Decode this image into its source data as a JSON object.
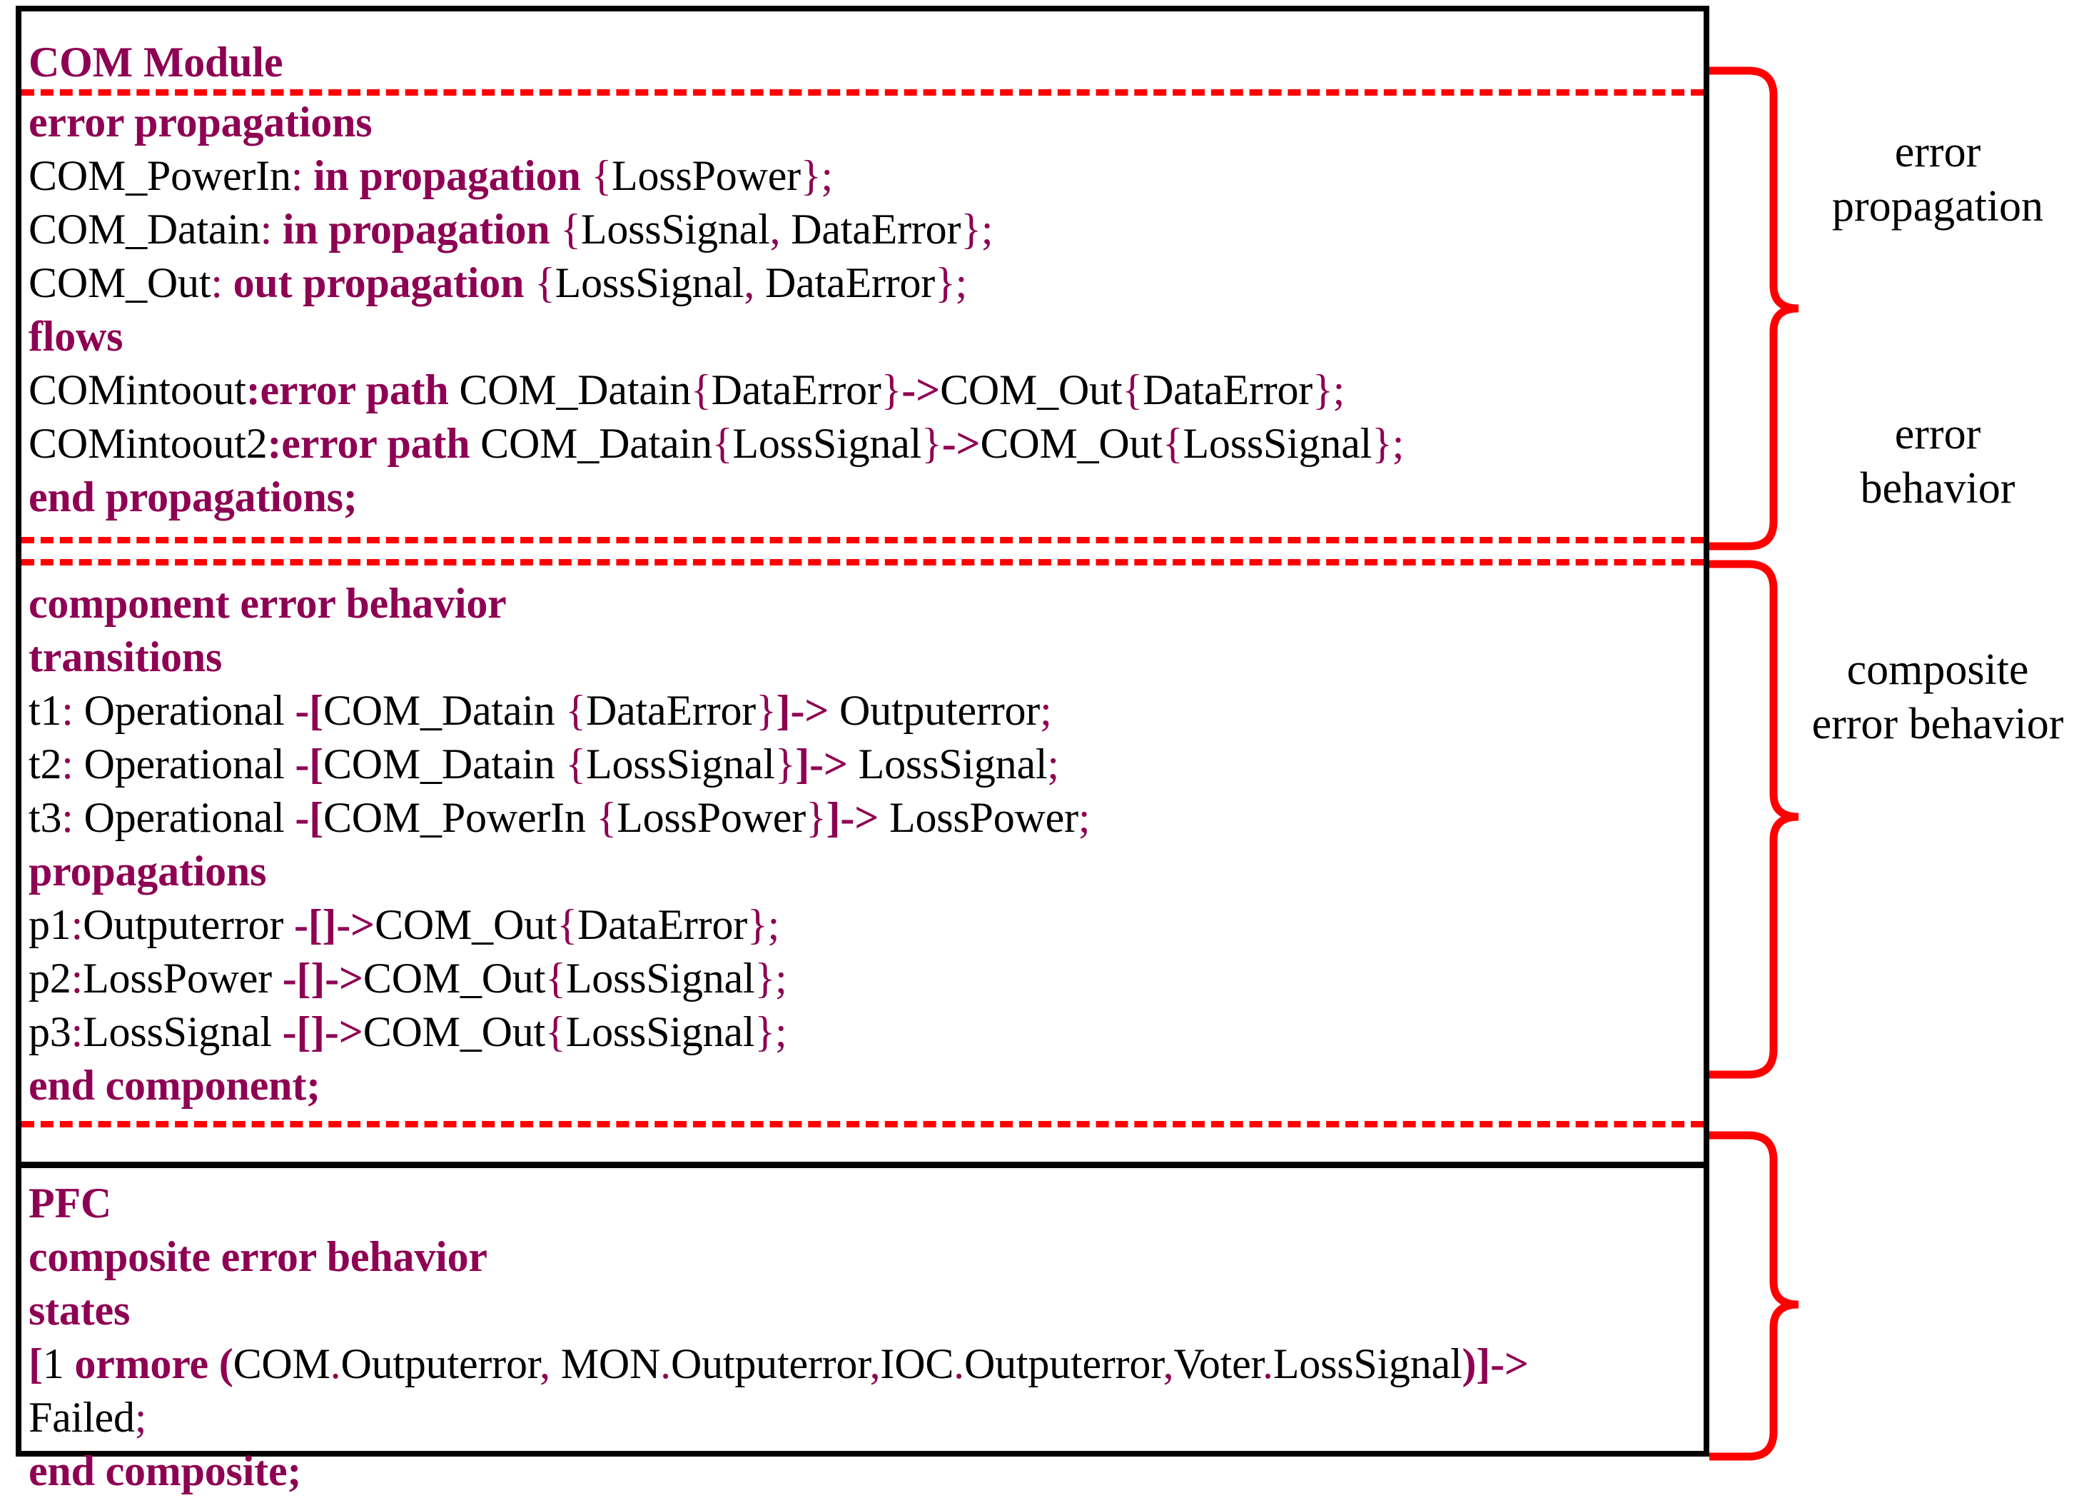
{
  "diagram": {
    "title": "COM Module",
    "sections": [
      {
        "id": "error-propagation",
        "annotation": "error\npropagation",
        "annotation_lines": [
          "error",
          "propagation"
        ],
        "lines": [
          {
            "id": "title",
            "tokens": [
              {
                "t": "COM Module",
                "c": "kw"
              }
            ]
          },
          {
            "id": "error-propagations-header",
            "tokens": [
              {
                "t": "error propagations",
                "c": "kw"
              }
            ]
          },
          {
            "id": "com-powerin",
            "tokens": [
              {
                "t": "COM_PowerIn",
                "c": "id"
              },
              {
                "t": ":",
                "c": "pn"
              },
              {
                "t": " in propagation ",
                "c": "kw"
              },
              {
                "t": "{",
                "c": "pn"
              },
              {
                "t": "LossPower",
                "c": "id"
              },
              {
                "t": "}",
                "c": "pn"
              },
              {
                "t": ";",
                "c": "pn"
              }
            ]
          },
          {
            "id": "com-datain",
            "tokens": [
              {
                "t": "COM_Datain",
                "c": "id"
              },
              {
                "t": ":",
                "c": "pn"
              },
              {
                "t": " in propagation ",
                "c": "kw"
              },
              {
                "t": "{",
                "c": "pn"
              },
              {
                "t": "LossSignal",
                "c": "id"
              },
              {
                "t": ",",
                "c": "pn"
              },
              {
                "t": " DataError",
                "c": "id"
              },
              {
                "t": "}",
                "c": "pn"
              },
              {
                "t": ";",
                "c": "pn"
              }
            ]
          },
          {
            "id": "com-out",
            "tokens": [
              {
                "t": "COM_Out",
                "c": "id"
              },
              {
                "t": ":",
                "c": "pn"
              },
              {
                "t": " out propagation ",
                "c": "kw"
              },
              {
                "t": "{",
                "c": "pn"
              },
              {
                "t": "LossSignal",
                "c": "id"
              },
              {
                "t": ",",
                "c": "pn"
              },
              {
                "t": " DataError",
                "c": "id"
              },
              {
                "t": "}",
                "c": "pn"
              },
              {
                "t": ";",
                "c": "pn"
              }
            ]
          },
          {
            "id": "flows-header",
            "tokens": [
              {
                "t": "flows",
                "c": "kw"
              }
            ]
          },
          {
            "id": "comintoout",
            "tokens": [
              {
                "t": "COMintoout",
                "c": "id"
              },
              {
                "t": ":error path",
                "c": "kw"
              },
              {
                "t": " COM_Datain",
                "c": "id"
              },
              {
                "t": "{",
                "c": "pn"
              },
              {
                "t": "DataError",
                "c": "id"
              },
              {
                "t": "}",
                "c": "pn"
              },
              {
                "t": "->",
                "c": "kw"
              },
              {
                "t": "COM_Out",
                "c": "id"
              },
              {
                "t": "{",
                "c": "pn"
              },
              {
                "t": "DataError",
                "c": "id"
              },
              {
                "t": "}",
                "c": "pn"
              },
              {
                "t": ";",
                "c": "pn"
              }
            ]
          },
          {
            "id": "comintoout2",
            "tokens": [
              {
                "t": "COMintoout2",
                "c": "id"
              },
              {
                "t": ":error path",
                "c": "kw"
              },
              {
                "t": " COM_Datain",
                "c": "id"
              },
              {
                "t": "{",
                "c": "pn"
              },
              {
                "t": "LossSignal",
                "c": "id"
              },
              {
                "t": "}",
                "c": "pn"
              },
              {
                "t": "->",
                "c": "kw"
              },
              {
                "t": "COM_Out",
                "c": "id"
              },
              {
                "t": "{",
                "c": "pn"
              },
              {
                "t": "LossSignal",
                "c": "id"
              },
              {
                "t": "}",
                "c": "pn"
              },
              {
                "t": ";",
                "c": "pn"
              }
            ]
          },
          {
            "id": "end-propagations",
            "tokens": [
              {
                "t": "end propagations;",
                "c": "kw"
              }
            ]
          }
        ]
      },
      {
        "id": "error-behavior",
        "annotation_lines": [
          "error",
          "behavior"
        ],
        "lines": [
          {
            "id": "component-error-behavior-header",
            "tokens": [
              {
                "t": "component error behavior",
                "c": "kw"
              }
            ]
          },
          {
            "id": "transitions-header",
            "tokens": [
              {
                "t": "transitions",
                "c": "kw"
              }
            ]
          },
          {
            "id": "t1",
            "tokens": [
              {
                "t": "t1",
                "c": "id"
              },
              {
                "t": ":",
                "c": "pn"
              },
              {
                "t": " Operational ",
                "c": "id"
              },
              {
                "t": "-[",
                "c": "kw"
              },
              {
                "t": "COM_Datain ",
                "c": "id"
              },
              {
                "t": "{",
                "c": "pn"
              },
              {
                "t": "DataError",
                "c": "id"
              },
              {
                "t": "}",
                "c": "pn"
              },
              {
                "t": "]->",
                "c": "kw"
              },
              {
                "t": " Outputerror",
                "c": "id"
              },
              {
                "t": ";",
                "c": "pn"
              }
            ]
          },
          {
            "id": "t2",
            "tokens": [
              {
                "t": "t2",
                "c": "id"
              },
              {
                "t": ":",
                "c": "pn"
              },
              {
                "t": " Operational ",
                "c": "id"
              },
              {
                "t": "-[",
                "c": "kw"
              },
              {
                "t": "COM_Datain ",
                "c": "id"
              },
              {
                "t": "{",
                "c": "pn"
              },
              {
                "t": "LossSignal",
                "c": "id"
              },
              {
                "t": "}",
                "c": "pn"
              },
              {
                "t": "]->",
                "c": "kw"
              },
              {
                "t": " LossSignal",
                "c": "id"
              },
              {
                "t": ";",
                "c": "pn"
              }
            ]
          },
          {
            "id": "t3",
            "tokens": [
              {
                "t": "t3",
                "c": "id"
              },
              {
                "t": ":",
                "c": "pn"
              },
              {
                "t": " Operational ",
                "c": "id"
              },
              {
                "t": "-[",
                "c": "kw"
              },
              {
                "t": "COM_PowerIn ",
                "c": "id"
              },
              {
                "t": "{",
                "c": "pn"
              },
              {
                "t": "LossPower",
                "c": "id"
              },
              {
                "t": "}",
                "c": "pn"
              },
              {
                "t": "]->",
                "c": "kw"
              },
              {
                "t": " LossPower",
                "c": "id"
              },
              {
                "t": ";",
                "c": "pn"
              }
            ]
          },
          {
            "id": "propagations-header",
            "tokens": [
              {
                "t": "propagations",
                "c": "kw"
              }
            ]
          },
          {
            "id": "p1",
            "tokens": [
              {
                "t": "p1",
                "c": "id"
              },
              {
                "t": ":",
                "c": "pn"
              },
              {
                "t": "Outputerror ",
                "c": "id"
              },
              {
                "t": "-[]->",
                "c": "kw"
              },
              {
                "t": "COM_Out",
                "c": "id"
              },
              {
                "t": "{",
                "c": "pn"
              },
              {
                "t": "DataError",
                "c": "id"
              },
              {
                "t": "}",
                "c": "pn"
              },
              {
                "t": ";",
                "c": "pn"
              }
            ]
          },
          {
            "id": "p2",
            "tokens": [
              {
                "t": "p2",
                "c": "id"
              },
              {
                "t": ":",
                "c": "pn"
              },
              {
                "t": "LossPower ",
                "c": "id"
              },
              {
                "t": "-[]->",
                "c": "kw"
              },
              {
                "t": "COM_Out",
                "c": "id"
              },
              {
                "t": "{",
                "c": "pn"
              },
              {
                "t": "LossSignal",
                "c": "id"
              },
              {
                "t": "}",
                "c": "pn"
              },
              {
                "t": ";",
                "c": "pn"
              }
            ]
          },
          {
            "id": "p3",
            "tokens": [
              {
                "t": "p3",
                "c": "id"
              },
              {
                "t": ":",
                "c": "pn"
              },
              {
                "t": "LossSignal ",
                "c": "id"
              },
              {
                "t": "-[]->",
                "c": "kw"
              },
              {
                "t": "COM_Out",
                "c": "id"
              },
              {
                "t": "{",
                "c": "pn"
              },
              {
                "t": "LossSignal",
                "c": "id"
              },
              {
                "t": "}",
                "c": "pn"
              },
              {
                "t": ";",
                "c": "pn"
              }
            ]
          },
          {
            "id": "end-component",
            "tokens": [
              {
                "t": "end component;",
                "c": "kw"
              }
            ]
          }
        ]
      },
      {
        "id": "composite-error-behavior",
        "annotation_lines": [
          "composite",
          "error behavior"
        ],
        "lines": [
          {
            "id": "pfc-title",
            "tokens": [
              {
                "t": "PFC",
                "c": "kw"
              }
            ]
          },
          {
            "id": "composite-error-behavior-header",
            "tokens": [
              {
                "t": "composite error behavior",
                "c": "kw"
              }
            ]
          },
          {
            "id": "states-header",
            "tokens": [
              {
                "t": "states",
                "c": "kw"
              }
            ]
          },
          {
            "id": "states-expr",
            "tokens": [
              {
                "t": "[",
                "c": "kw"
              },
              {
                "t": "1 ",
                "c": "id"
              },
              {
                "t": "ormore ",
                "c": "kw"
              },
              {
                "t": "(",
                "c": "kw"
              },
              {
                "t": "COM",
                "c": "id"
              },
              {
                "t": ".",
                "c": "pn"
              },
              {
                "t": "Outputerror",
                "c": "id"
              },
              {
                "t": ",",
                "c": "pn"
              },
              {
                "t": " MON",
                "c": "id"
              },
              {
                "t": ".",
                "c": "pn"
              },
              {
                "t": "Outputerror",
                "c": "id"
              },
              {
                "t": ",",
                "c": "pn"
              },
              {
                "t": "IOC",
                "c": "id"
              },
              {
                "t": ".",
                "c": "pn"
              },
              {
                "t": "Outputerror",
                "c": "id"
              },
              {
                "t": ",",
                "c": "pn"
              },
              {
                "t": "Voter",
                "c": "id"
              },
              {
                "t": ".",
                "c": "pn"
              },
              {
                "t": "LossSignal",
                "c": "id"
              },
              {
                "t": ")",
                "c": "kw"
              },
              {
                "t": "]->",
                "c": "kw"
              }
            ]
          },
          {
            "id": "failed",
            "tokens": [
              {
                "t": "Failed",
                "c": "id"
              },
              {
                "t": ";",
                "c": "pn"
              }
            ]
          },
          {
            "id": "end-composite",
            "tokens": [
              {
                "t": "end composite;",
                "c": "kw"
              }
            ]
          }
        ]
      }
    ],
    "annotations": [
      {
        "id": "ann-error-propagation",
        "line1": "error",
        "line2": "propagation"
      },
      {
        "id": "ann-error-behavior",
        "line1": "error",
        "line2": "behavior"
      },
      {
        "id": "ann-composite-error-behavior",
        "line1": "composite",
        "line2": "error behavior"
      }
    ],
    "colors": {
      "keyword": "#8e0053",
      "identifier": "#000000",
      "separator_dashed": "#ff0000",
      "box_border": "#000000",
      "brace": "#ff0000",
      "background": "#ffffff"
    }
  }
}
